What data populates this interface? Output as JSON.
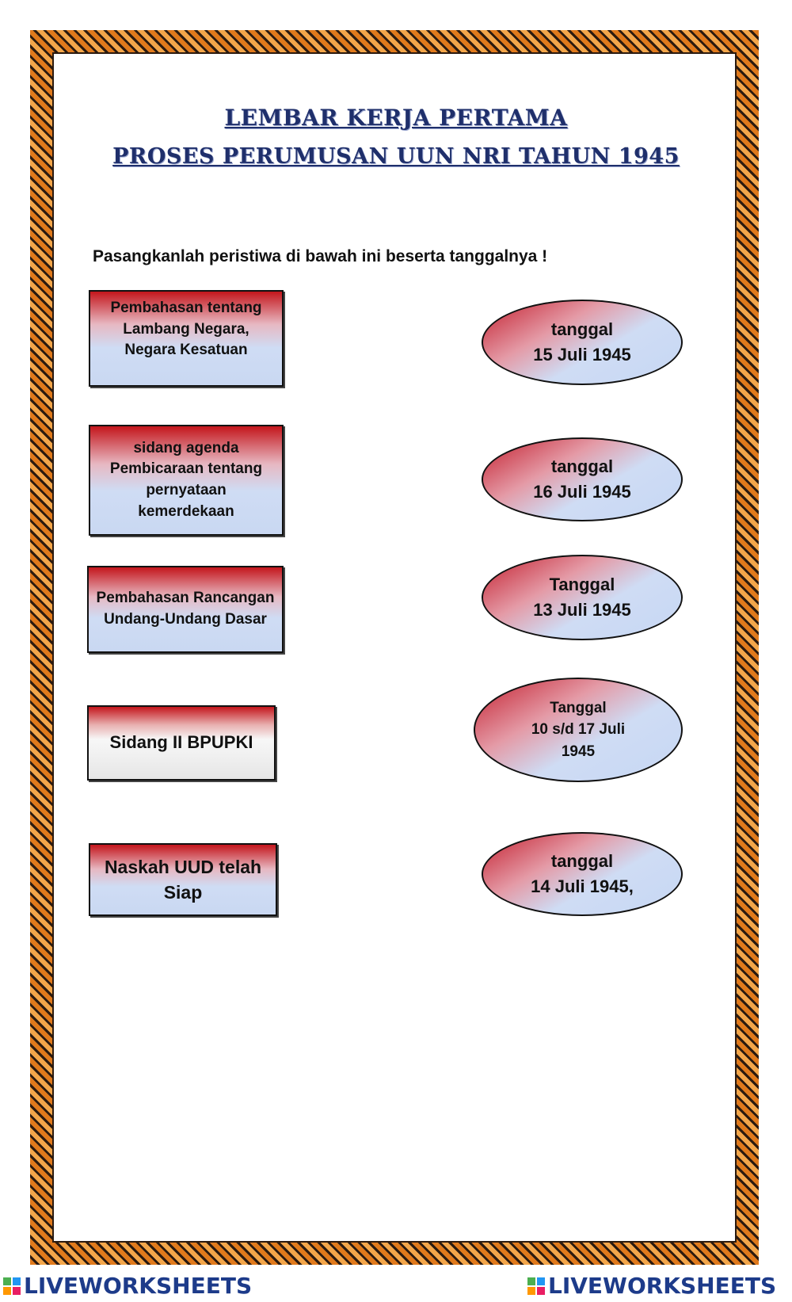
{
  "title": {
    "line1": "LEMBAR KERJA PERTAMA",
    "line2": "PROSES PERUMUSAN UUN NRI TAHUN 1945"
  },
  "instruction": "Pasangkanlah peristiwa di bawah ini beserta tanggalnya !",
  "events": [
    "Pembahasan tentang Lambang Negara, Negara Kesatuan",
    "sidang agenda Pembicaraan tentang pernyataan kemerdekaan",
    "Pembahasan Rancangan Undang-Undang Dasar",
    "Sidang II BPUPKI",
    "Naskah UUD telah Siap"
  ],
  "dates": [
    {
      "label": "tanggal",
      "date": "15 Juli 1945"
    },
    {
      "label": "tanggal",
      "date": "16 Juli 1945"
    },
    {
      "label": "Tanggal",
      "date": "13 Juli 1945"
    },
    {
      "label": "Tanggal",
      "date": "10 s/d 17 Juli 1945"
    },
    {
      "label": "tanggal",
      "date": "14 Juli 1945,"
    }
  ],
  "footer": {
    "brand_left": "LIVEWORKSHEETS",
    "brand_right": "LIVEWORKSHEETS"
  },
  "colors": {
    "title": "#1f2f6b",
    "red": "#c4161c",
    "blue": "#c9d8f2",
    "border": "#e07a1c"
  }
}
